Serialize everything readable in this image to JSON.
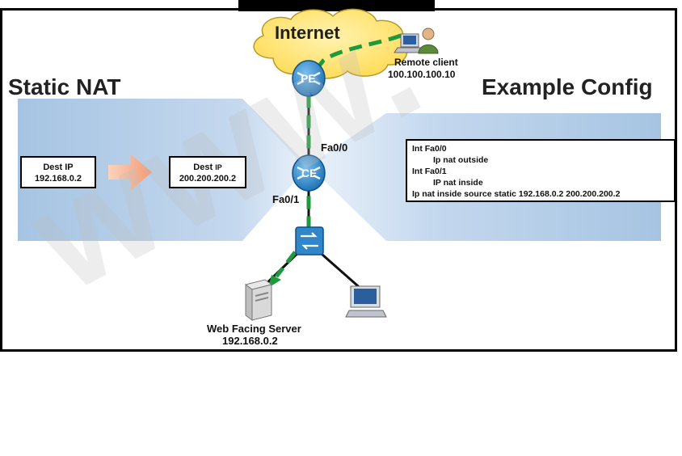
{
  "titles": {
    "left": "Static NAT",
    "right": "Example Config"
  },
  "cloud_label": "Internet",
  "remote_client": {
    "name": "Remote client",
    "ip": "100.100.100.10"
  },
  "routers": {
    "pe": "PE",
    "ce": "CE"
  },
  "interfaces": {
    "fa00": "Fa0/0",
    "fa01": "Fa0/1"
  },
  "dest_before": {
    "label": "Dest IP",
    "ip": "192.168.0.2"
  },
  "dest_after": {
    "label_dest": "Dest",
    "label_ip": "IP",
    "ip": "200.200.200.2"
  },
  "config": {
    "line1": "Int Fa0/0",
    "line2": "Ip nat outside",
    "line3": "Int Fa0/1",
    "line4": "IP nat inside",
    "line5": "Ip nat inside source static 192.168.0.2 200.200.200.2"
  },
  "server": {
    "name": "Web Facing Server",
    "ip": "192.168.0.2"
  },
  "watermark": "www.",
  "colors": {
    "band": "#a9c7e3",
    "router": "#2f86c9",
    "path": "#1e9a3c",
    "arrow": "#f4a582",
    "cloud": "#ffe680"
  }
}
